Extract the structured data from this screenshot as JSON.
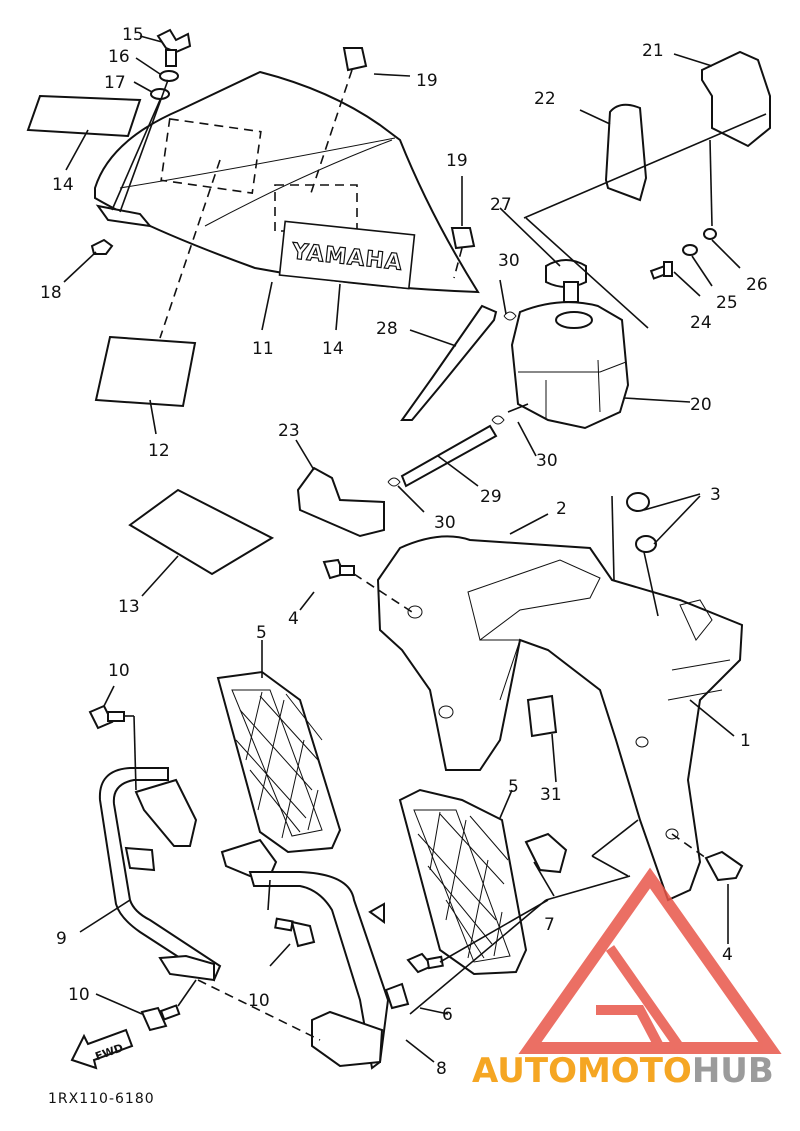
{
  "diagram": {
    "callouts": [
      {
        "id": "c1",
        "text": "1"
      },
      {
        "id": "c2",
        "text": "2"
      },
      {
        "id": "c3",
        "text": "3"
      },
      {
        "id": "c4a",
        "text": "4"
      },
      {
        "id": "c4b",
        "text": "4"
      },
      {
        "id": "c5a",
        "text": "5"
      },
      {
        "id": "c5b",
        "text": "5"
      },
      {
        "id": "c6",
        "text": "6"
      },
      {
        "id": "c7",
        "text": "7"
      },
      {
        "id": "c8",
        "text": "8"
      },
      {
        "id": "c9",
        "text": "9"
      },
      {
        "id": "c10a",
        "text": "10"
      },
      {
        "id": "c10b",
        "text": "10"
      },
      {
        "id": "c10c",
        "text": "10"
      },
      {
        "id": "c11",
        "text": "11"
      },
      {
        "id": "c12",
        "text": "12"
      },
      {
        "id": "c13",
        "text": "13"
      },
      {
        "id": "c14a",
        "text": "14"
      },
      {
        "id": "c14b",
        "text": "14"
      },
      {
        "id": "c15",
        "text": "15"
      },
      {
        "id": "c16",
        "text": "16"
      },
      {
        "id": "c17",
        "text": "17"
      },
      {
        "id": "c18",
        "text": "18"
      },
      {
        "id": "c19a",
        "text": "19"
      },
      {
        "id": "c19b",
        "text": "19"
      },
      {
        "id": "c20",
        "text": "20"
      },
      {
        "id": "c21",
        "text": "21"
      },
      {
        "id": "c22",
        "text": "22"
      },
      {
        "id": "c23",
        "text": "23"
      },
      {
        "id": "c24",
        "text": "24"
      },
      {
        "id": "c25",
        "text": "25"
      },
      {
        "id": "c26",
        "text": "26"
      },
      {
        "id": "c27",
        "text": "27"
      },
      {
        "id": "c28",
        "text": "28"
      },
      {
        "id": "c29",
        "text": "29"
      },
      {
        "id": "c30a",
        "text": "30"
      },
      {
        "id": "c30b",
        "text": "30"
      },
      {
        "id": "c30c",
        "text": "30"
      },
      {
        "id": "c31",
        "text": "31"
      }
    ],
    "seat_logo_text": "YAMAHA",
    "fwd_arrow_text": "FWD",
    "drawing_code": "1RX110-6180"
  },
  "watermark": {
    "prefix": "AUTOMOTO",
    "suffix": "HUB",
    "prefix_color": "#f5a623",
    "suffix_color": "#9b9b9b",
    "logo_color": "#e8564a"
  }
}
